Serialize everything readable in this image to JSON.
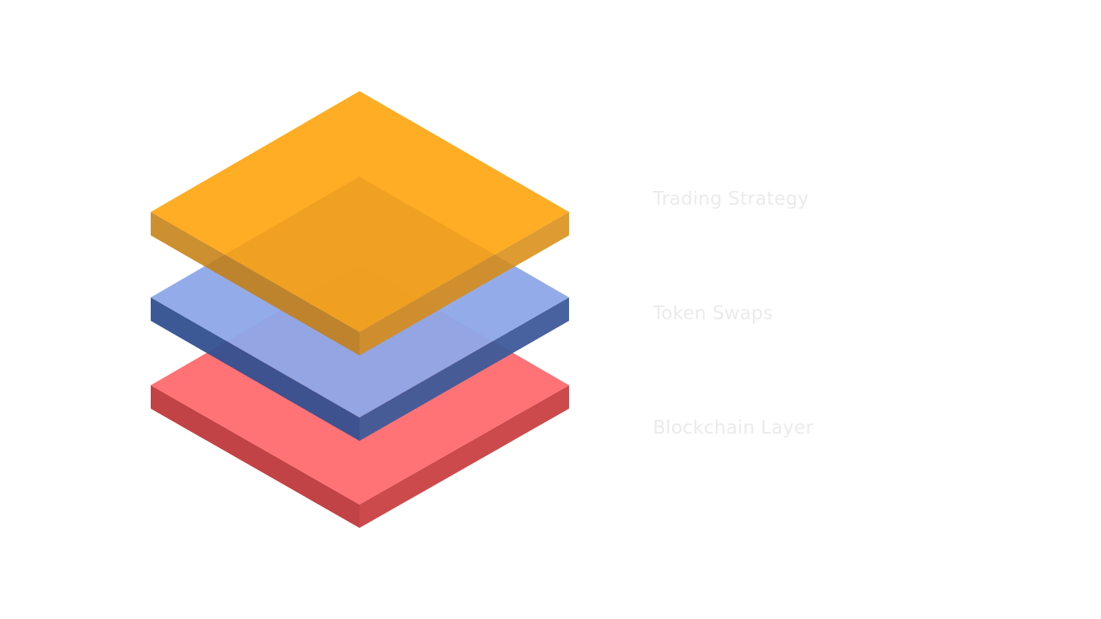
{
  "diagram": {
    "layers": [
      {
        "label": "Trading Strategy",
        "top_color": "#FFA000",
        "side_dark": "#C57E0E",
        "side_light": "#D88A10",
        "opacity": 0.86
      },
      {
        "label": "Token Swaps",
        "top_color": "#8DA8E8",
        "side_dark": "#33508F",
        "side_light": "#3D5A99",
        "opacity": 0.95
      },
      {
        "label": "Blockchain Layer",
        "top_color": "#FF7275",
        "side_dark": "#C24345",
        "side_light": "#CC4A4C",
        "opacity": 1.0
      }
    ]
  }
}
